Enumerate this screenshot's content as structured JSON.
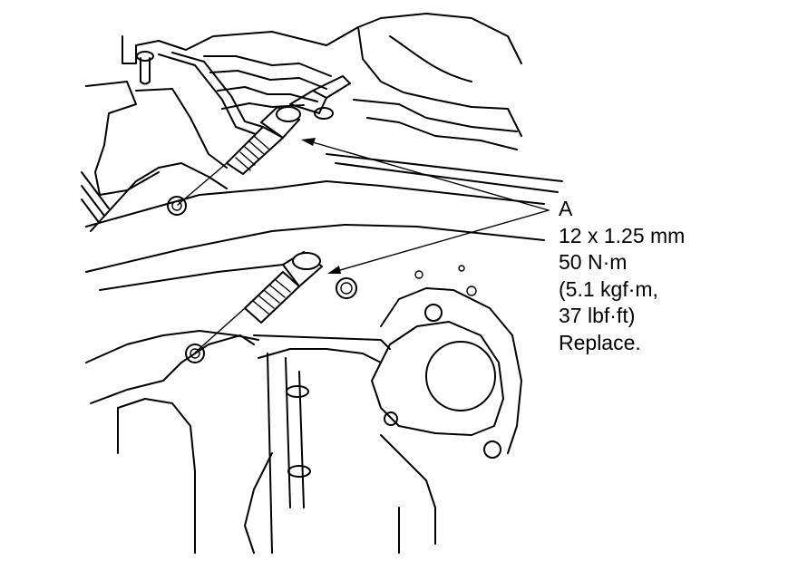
{
  "callout": {
    "label": "A",
    "size": "12 x 1.25 mm",
    "torque_nm": "50 N·m",
    "torque_kgfm": "(5.1 kgf·m,",
    "torque_lbfft": "37 lbf·ft)",
    "note": "Replace."
  }
}
